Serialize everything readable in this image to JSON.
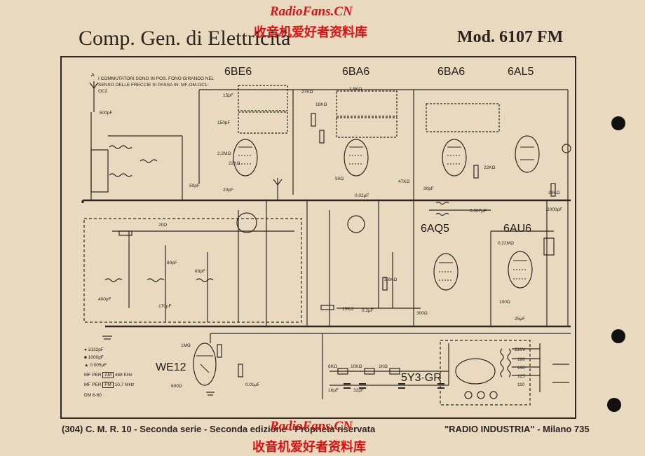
{
  "header": {
    "company": "Comp. Gen. di Elettricità",
    "model": "Mod. 6107 FM"
  },
  "watermarks": {
    "top_site": "RadioFans.CN",
    "top_cn": "收音机爱好者资料库",
    "bottom_site": "RadioFans.CN",
    "bottom_cn": "收音机爱好者资料库"
  },
  "note": "I COMMUTATORI SONO IN POS. FONO GIRANDO NEL SENSO DELLE FRECCIE SI PASSA IN: MF-OM-OC1-OC2",
  "antenna_label": "A",
  "tubes": {
    "t1": "6BE6",
    "t2": "6BA6",
    "t3": "6BA6",
    "t4": "6AL5",
    "t5": "6AQ5",
    "t6": "6AU6",
    "t7": "WE12",
    "t8": "5Y3·GR"
  },
  "legend": {
    "l1": "● 3132pF",
    "l2": "■ 1000pF",
    "l3": "▲ 0.005µF",
    "mf_am_prefix": "MF PER",
    "mf_am_box": "AM",
    "mf_am_value": "468 KHz",
    "mf_fm_prefix": "MF PER",
    "mf_fm_box": "FM",
    "mf_fm_value": "10,7 MHz",
    "code": "DM 6-60"
  },
  "component_labels": [
    "500pF",
    "15pF",
    "150pF",
    "27KΩ",
    "18KΩ",
    "2.2MΩ",
    "22KΩ",
    "50pF",
    "20pF",
    "20Ω",
    "80pF",
    "63pF",
    "170pF",
    "400pF",
    "50Ω",
    "1.5KΩ",
    "0.02µF",
    "47KΩ",
    "30pF",
    "0.007µF",
    "22KΩ",
    "39KΩ",
    "2000pF",
    "0.22MΩ",
    "100Ω",
    "25µF",
    "300Ω",
    "15KΩ",
    "0.2µF",
    "3.6KΩ",
    "1MΩ",
    "600Ω",
    "0.01µF",
    "6KΩ",
    "10KΩ",
    "1KΩ",
    "16µF",
    "32µF",
    "220V",
    "160",
    "140",
    "125",
    "110"
  ],
  "footer": {
    "left": "(304) C. M. R. 10 - Seconda serie - Seconda edizione - Proprietà riservata",
    "right": "\"RADIO INDUSTRIA\" - Milano 735"
  },
  "colors": {
    "paper": "#e9d9bf",
    "ink": "#2a2520",
    "watermark": "#dd1111"
  }
}
